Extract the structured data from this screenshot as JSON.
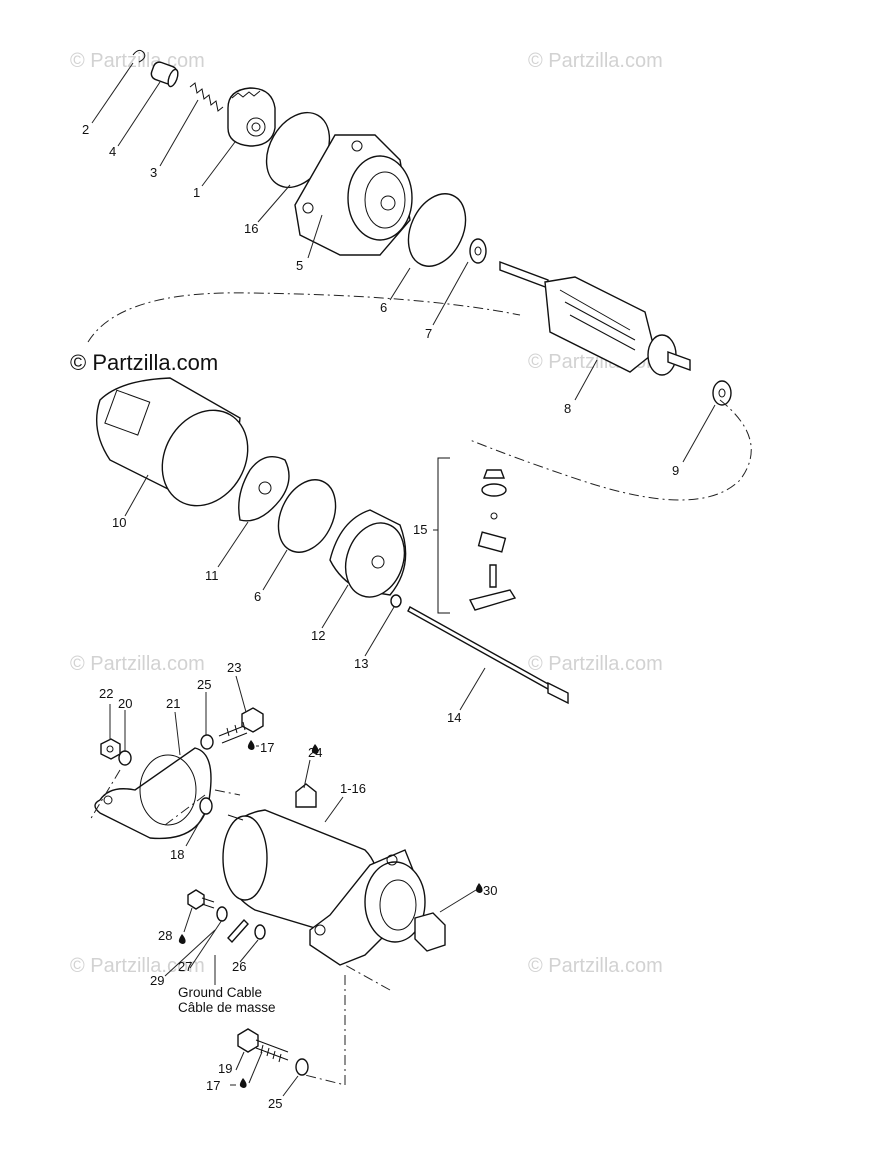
{
  "watermark": "© Partzilla.com",
  "brand": "© Partzilla.com",
  "labels": {
    "p1": "1",
    "p2": "2",
    "p3": "3",
    "p4": "4",
    "p5": "5",
    "p6a": "6",
    "p6b": "6",
    "p7": "7",
    "p8": "8",
    "p9": "9",
    "p10": "10",
    "p11": "11",
    "p12": "12",
    "p13": "13",
    "p14": "14",
    "p15": "15",
    "p16": "16",
    "p1_16": "1-16",
    "p17a": "17",
    "p17b": "17",
    "p18": "18",
    "p19": "19",
    "p20": "20",
    "p21": "21",
    "p22": "22",
    "p23": "23",
    "p24": "24",
    "p25a": "25",
    "p25b": "25",
    "p26": "26",
    "p27": "27",
    "p28": "28",
    "p29": "29",
    "p30": "30"
  },
  "ground_cable": {
    "en": "Ground Cable",
    "fr": "Câble de masse"
  },
  "colors": {
    "line": "#111111",
    "watermark": "#d2d2d2",
    "background": "#ffffff"
  }
}
